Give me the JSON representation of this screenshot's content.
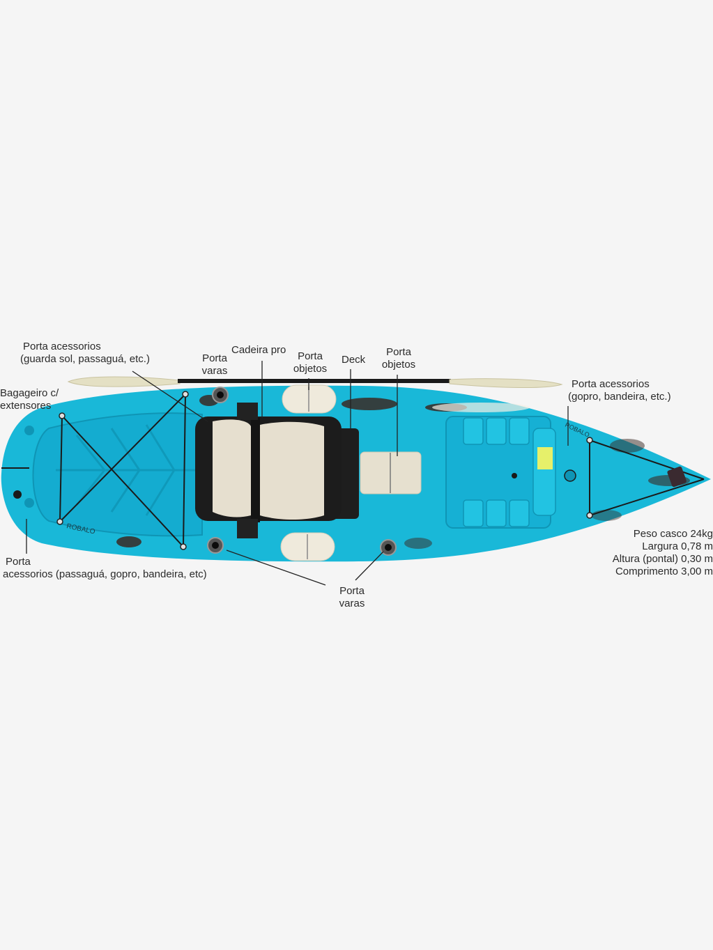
{
  "diagram": {
    "subject": "Kayak top view (Robalo)",
    "hull_brand_text": "ROBALO",
    "colors": {
      "background": "#f5f5f5",
      "hull": "#19b8d8",
      "hull_dark": "#0f95b5",
      "marble": "#3a2a24",
      "seat_frame": "#1c1c1c",
      "seat_mesh": "#e6dfcf",
      "hatch": "#efeadc",
      "paddle_blade": "#e4e0c4",
      "paddle_shaft": "#1a1a1a",
      "leader_line": "#222222",
      "sticker": "#e6f06a"
    },
    "labels": {
      "porta_acessorios_top": {
        "line1": "Porta acessorios",
        "line2": "(guarda sol, passaguá, etc.)"
      },
      "bagageiro": {
        "line1": "Bagageiro c/",
        "line2": "extensores"
      },
      "porta_varas_top": {
        "line1": "Porta",
        "line2": "varas"
      },
      "cadeira_pro": {
        "line1": "Cadeira pro"
      },
      "porta_objetos_1": {
        "line1": "Porta",
        "line2": "objetos"
      },
      "deck": {
        "line1": "Deck"
      },
      "porta_objetos_2": {
        "line1": "Porta",
        "line2": "objetos"
      },
      "porta_acessorios_bow": {
        "line1": "Porta acessorios",
        "line2": "(gopro, bandeira, etc.)"
      },
      "porta_acessorios_stern": {
        "line1": "Porta",
        "line2": "acessorios (passaguá, gopro, bandeira, etc)"
      },
      "porta_varas_bottom": {
        "line1": "Porta",
        "line2": "varas"
      }
    },
    "specs": [
      "Peso casco 24kg",
      "Largura 0,78 m",
      "Altura (pontal) 0,30 m",
      "Comprimento 3,00 m"
    ]
  }
}
